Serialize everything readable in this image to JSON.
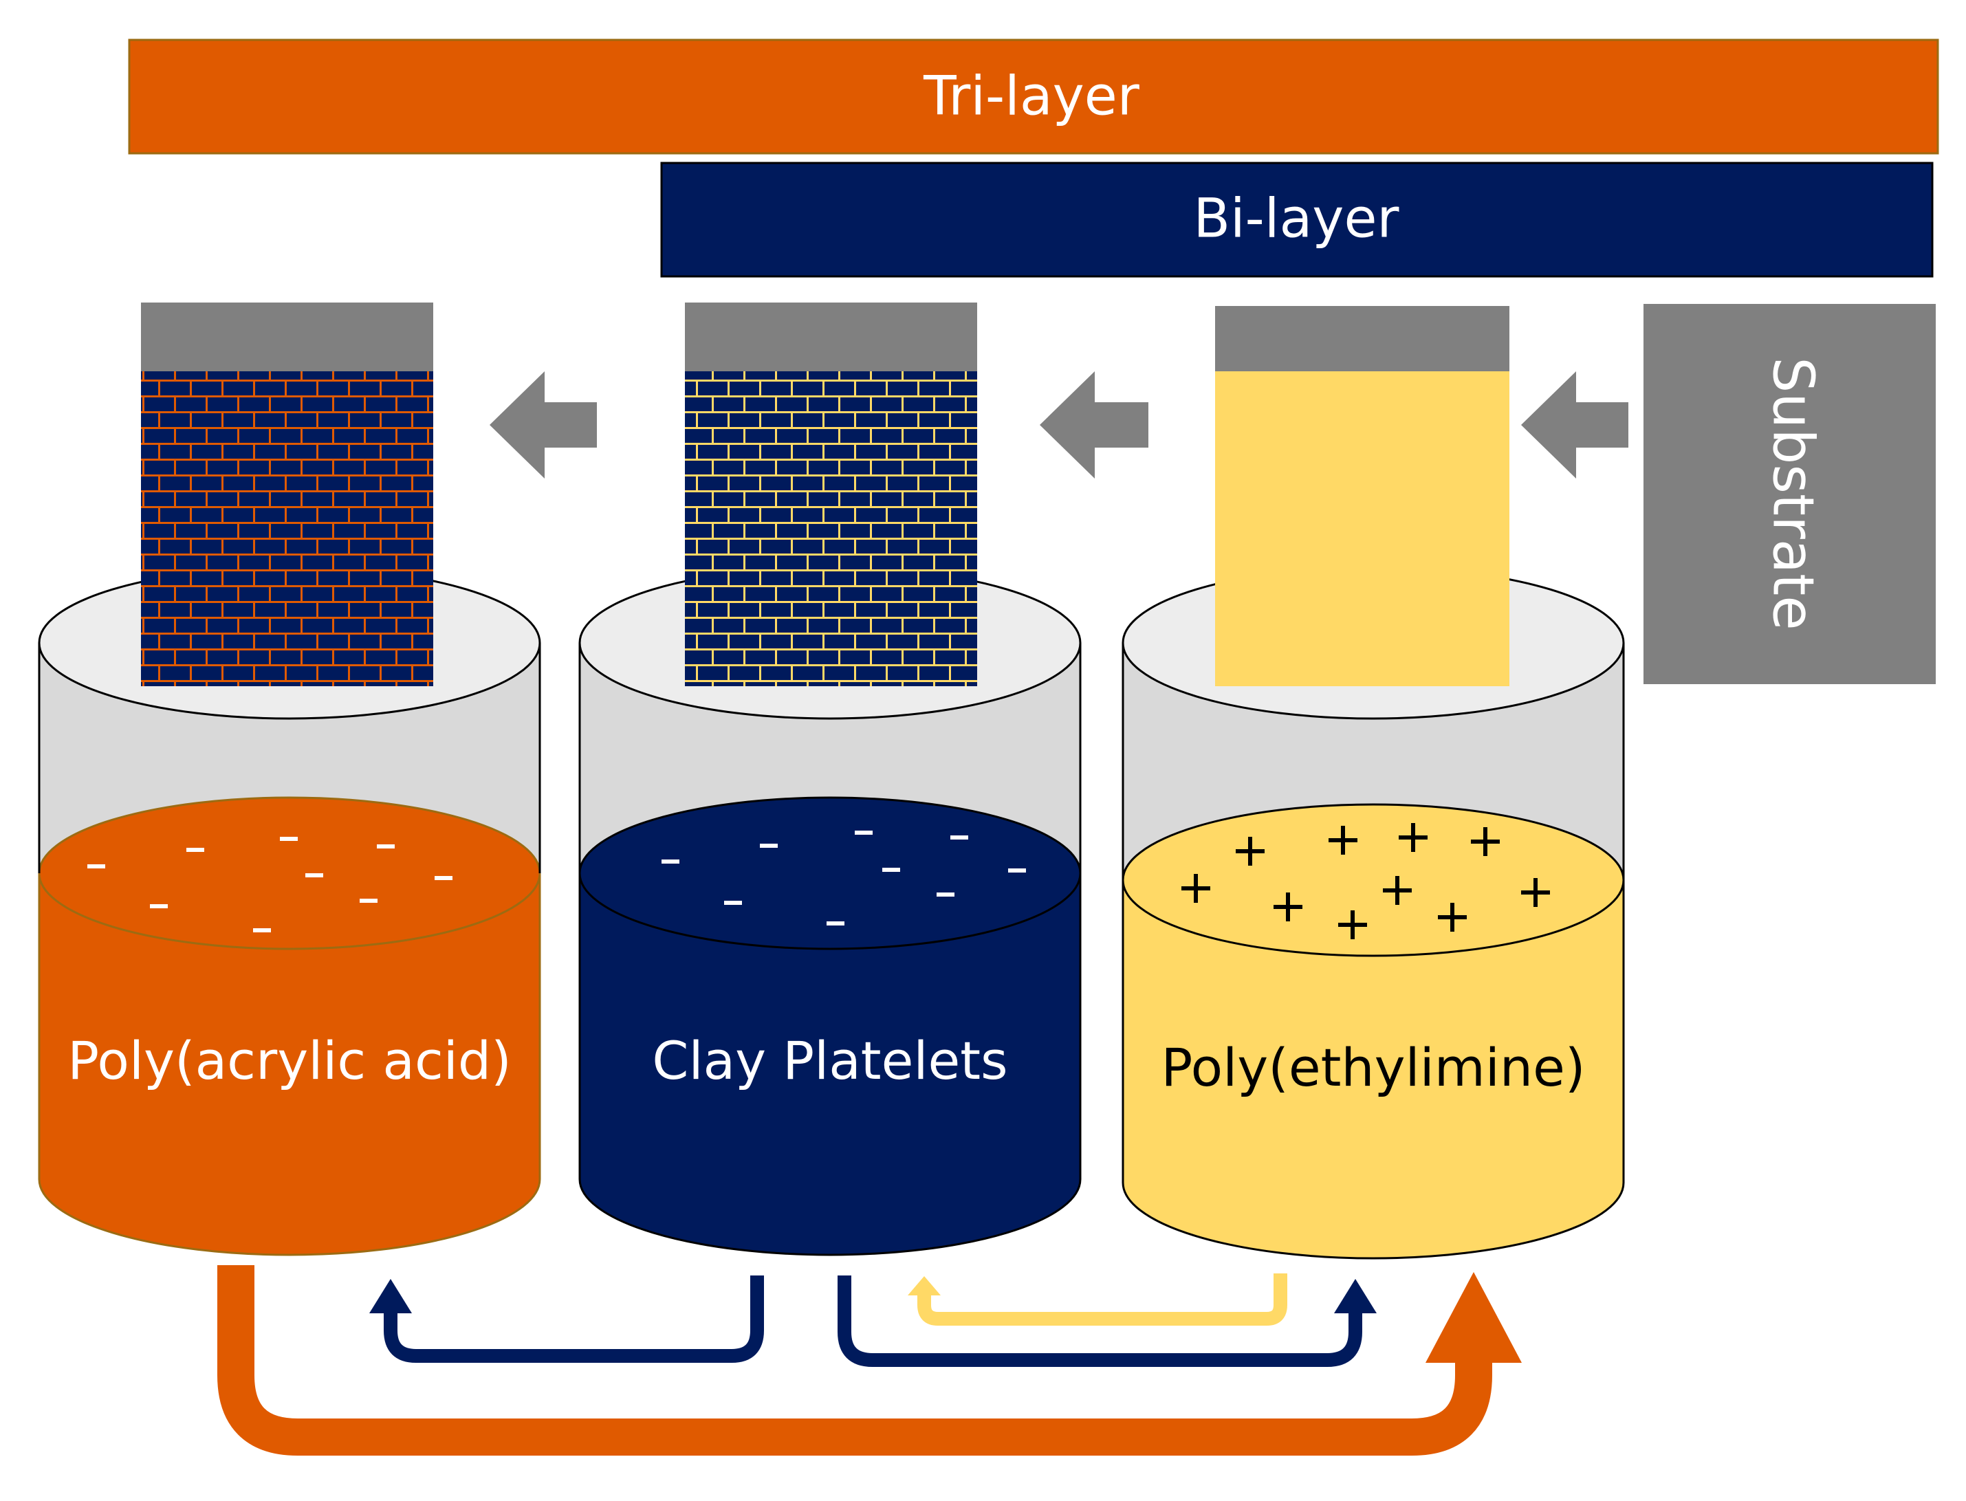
{
  "bars": {
    "trilayer": "Tri-layer",
    "bilayer": "Bi-layer",
    "substrate": "Substrate"
  },
  "beakers": {
    "paa": {
      "label": "Poly(acrylic acid)",
      "charge": "-"
    },
    "clay": {
      "label": "Clay Platelets",
      "charge": "-"
    },
    "pei": {
      "label": "Poly(ethylimine)",
      "charge": "+"
    }
  },
  "colors": {
    "orange": "#e05a00",
    "navy": "#001a5c",
    "yellow": "#ffd966",
    "gray": "#808080",
    "light_gray": "#d9d9d9"
  }
}
